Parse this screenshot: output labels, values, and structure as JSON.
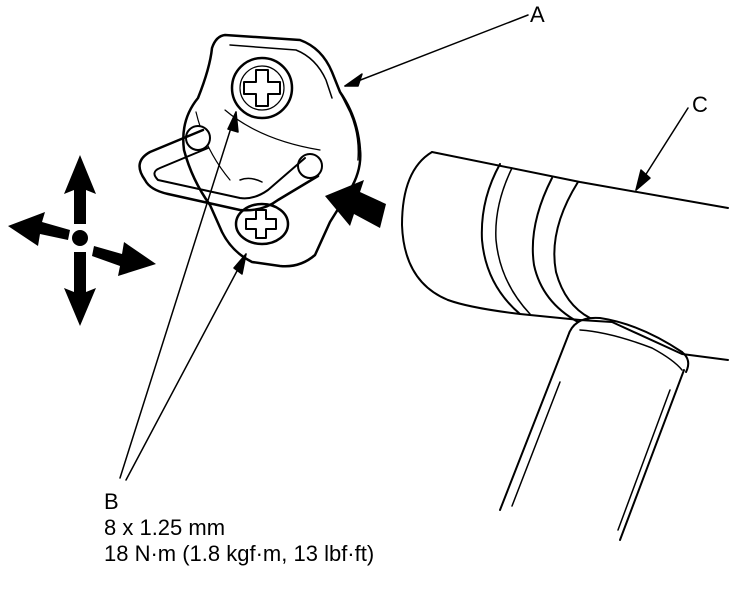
{
  "labels": {
    "a": "A",
    "b": "B",
    "c": "C"
  },
  "bolt_spec": {
    "size": "8 x 1.25 mm",
    "torque": "18 N·m (1.8 kgf·m, 13 lbf·ft)"
  }
}
